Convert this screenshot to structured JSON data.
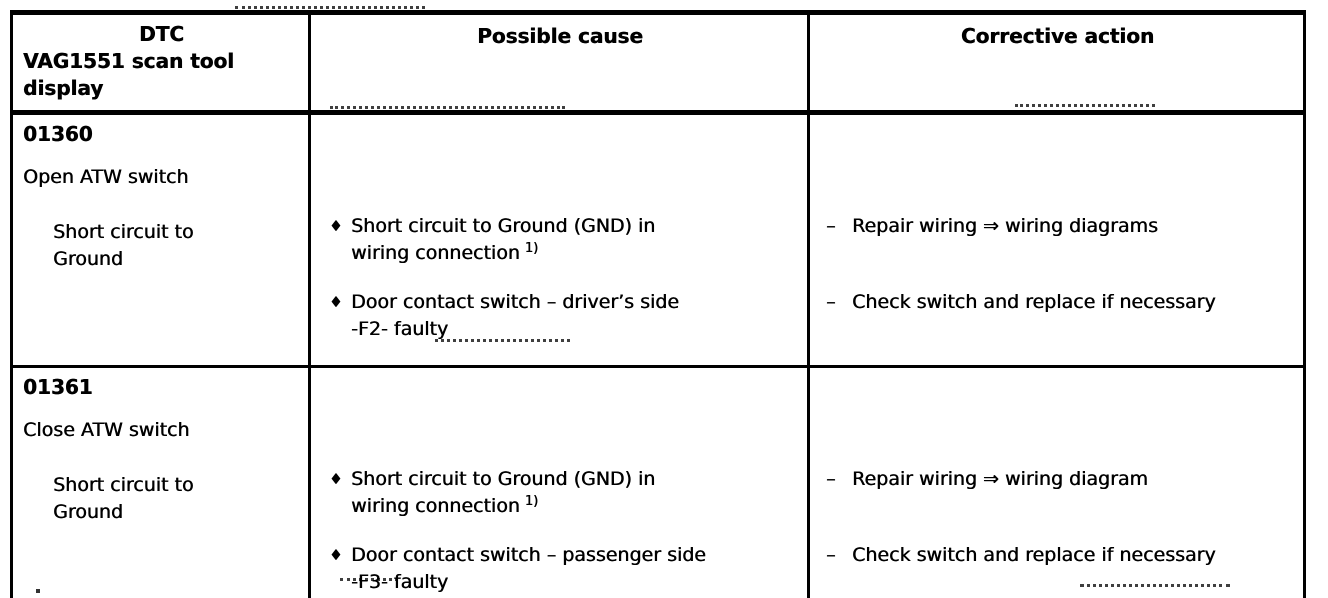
{
  "glyphs": {
    "bullet": "♦",
    "dash": "–"
  },
  "table": {
    "header": {
      "dtc_title": "DTC",
      "dtc_subtitle_line1": "VAG1551 scan tool",
      "dtc_subtitle_line2": "display",
      "possible_cause": "Possible cause",
      "corrective_action": "Corrective action"
    },
    "rows": [
      {
        "code": "01360",
        "name": "Open ATW switch",
        "condition_line1": "Short circuit to",
        "condition_line2": "Ground",
        "causes": [
          {
            "line1": "Short circuit to Ground (GND) in",
            "line2": "wiring connection",
            "sup": "1)"
          },
          {
            "line1": "Door contact switch – driver’s side",
            "line2": "-F2- faulty",
            "sup": ""
          }
        ],
        "actions": [
          "Repair wiring ⇒ wiring diagrams",
          "Check switch and replace if necessary"
        ]
      },
      {
        "code": "01361",
        "name": "Close ATW switch",
        "condition_line1": "Short circuit to",
        "condition_line2": "Ground",
        "causes": [
          {
            "line1": "Short circuit to Ground (GND) in",
            "line2": "wiring connection",
            "sup": "1)"
          },
          {
            "line1": "Door contact switch – passenger side",
            "line2": "-F3- faulty",
            "sup": ""
          }
        ],
        "actions": [
          "Repair wiring ⇒ wiring diagram",
          "Check switch and replace if necessary"
        ]
      }
    ]
  }
}
